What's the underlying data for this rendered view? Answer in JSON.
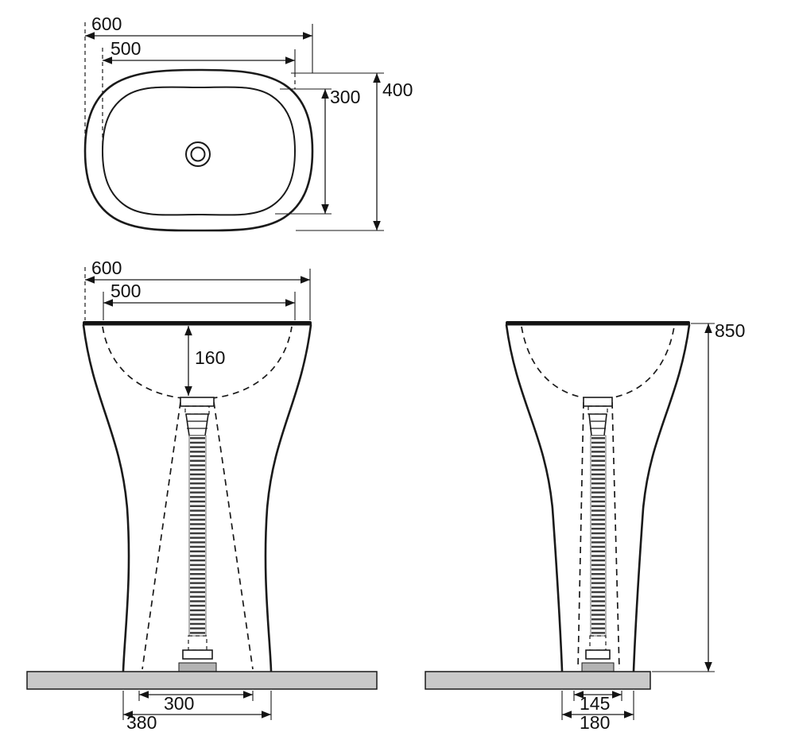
{
  "page": {
    "background": "#ffffff",
    "line_color": "#1a1a1a",
    "floor_color": "#c9c9c9"
  },
  "plan_view": {
    "outer_width": "600",
    "inner_width": "500",
    "outer_depth": "400",
    "inner_depth": "300"
  },
  "front_view": {
    "outer_width": "600",
    "inner_width": "500",
    "bowl_depth": "160",
    "drain_opening_width": "300",
    "base_width": "380"
  },
  "side_view": {
    "height": "850",
    "drain_opening_depth": "145",
    "base_depth": "180"
  }
}
